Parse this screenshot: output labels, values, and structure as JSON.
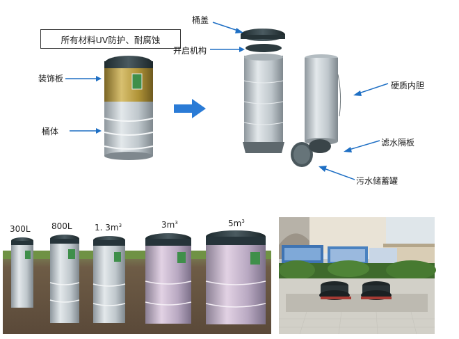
{
  "note": "所有材料UV防护、耐腐蚀",
  "labels": {
    "decor_panel": "装饰板",
    "barrel_body": "桶体",
    "barrel_lid": "桶盖",
    "open_mechanism": "开启机构",
    "hard_liner": "硬质内胆",
    "filter_partition": "滤水隔板",
    "sewage_tank": "污水储蓄罐"
  },
  "sizes": [
    {
      "label": "300L",
      "unit_sup": ""
    },
    {
      "label": "800L",
      "unit_sup": ""
    },
    {
      "label": "1. 3m",
      "unit_sup": "3"
    },
    {
      "label": "3m",
      "unit_sup": "3"
    },
    {
      "label": "5m",
      "unit_sup": "3"
    }
  ],
  "colors": {
    "arrow_blue": "#1e6fc4",
    "lid_dark": "#2b3a3f",
    "decor_gold": "#b59a3f",
    "steel": "#b9c2c8",
    "soil": "#6b5a48",
    "grass": "#5f8f3e"
  }
}
